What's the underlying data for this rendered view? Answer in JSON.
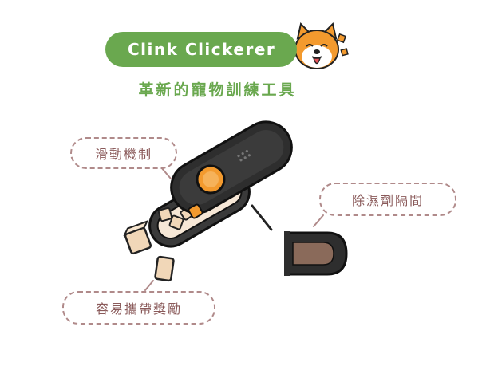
{
  "header": {
    "title": "Clink Clickerer",
    "subtitle": "革新的寵物訓練工具"
  },
  "callouts": {
    "slide": "滑動機制",
    "deodorize": "除濕劑隔間",
    "carry": "容易攜帶獎勵"
  },
  "colors": {
    "brand_green": "#6aa84f",
    "accent_orange": "#f39a2e",
    "device_dark": "#2e2e2e",
    "callout_border": "#b08a8a",
    "callout_text": "#8a5a5a"
  },
  "icons": {
    "mascot": "shiba-dog-icon",
    "treat": "treat-cube-icon"
  }
}
